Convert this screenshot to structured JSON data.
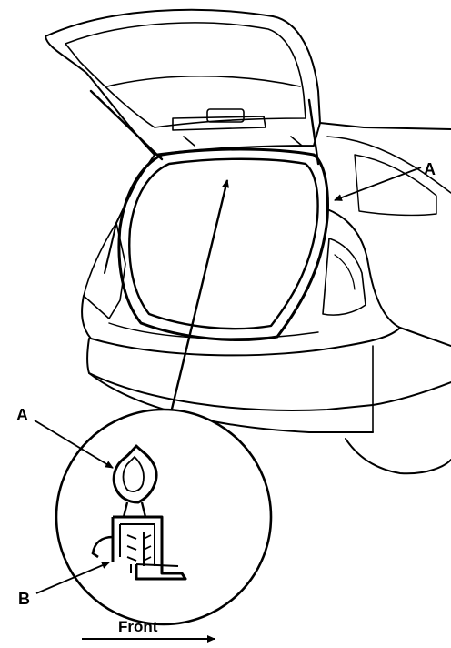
{
  "labels": {
    "a_top": "A",
    "a_detail": "A",
    "b_detail": "B",
    "front": "Front"
  },
  "colors": {
    "ink": "#000000",
    "paper": "#ffffff",
    "body_shade": "#d9d9d9"
  }
}
